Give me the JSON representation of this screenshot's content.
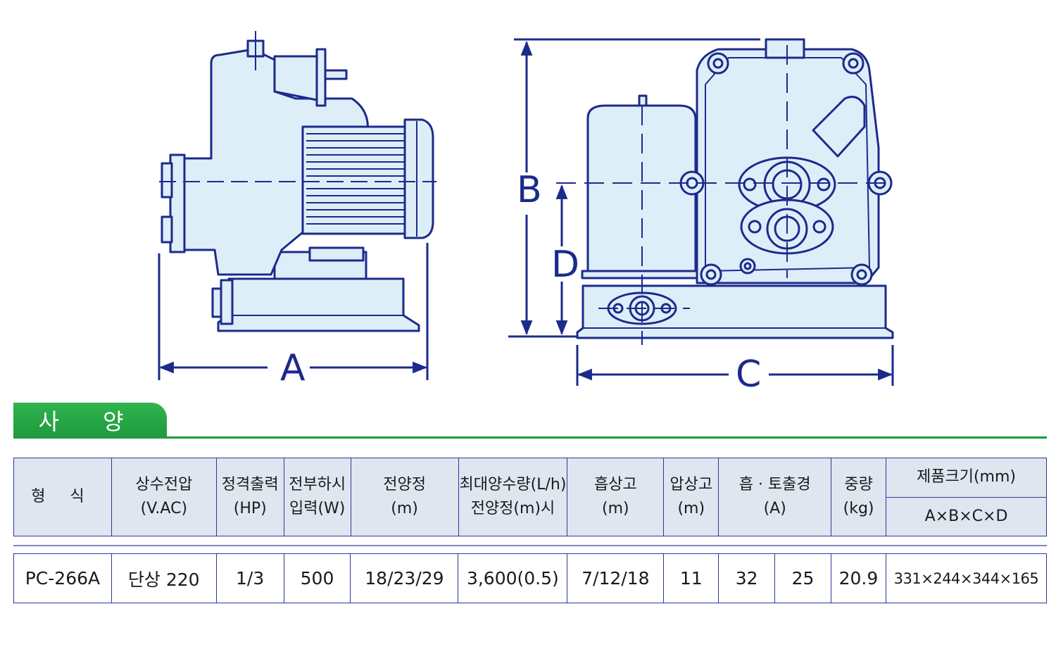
{
  "dimension_labels": {
    "a": "A",
    "b": "B",
    "c": "C",
    "d": "D"
  },
  "section_title": "사 양",
  "table": {
    "headers": {
      "model": "형 식",
      "voltage_1": "상수전압",
      "voltage_2": "(V.AC)",
      "output_1": "정격출력",
      "output_2": "(HP)",
      "input_1": "전부하시",
      "input_2": "입력(W)",
      "head_1": "전양정",
      "head_2": "(m)",
      "flow_1": "최대양수량(L/h)",
      "flow_2": "전양정(m)시",
      "suction_1": "흡상고",
      "suction_2": "(m)",
      "pressure_1": "압상고",
      "pressure_2": "(m)",
      "bore_1": "흡 · 토출경",
      "bore_2": "(A)",
      "weight_1": "중량",
      "weight_2": "(kg)",
      "size_1": "제품크기(mm)",
      "size_2": "A×B×C×D"
    },
    "row": {
      "model": "PC-266A",
      "voltage": "단상 220",
      "output": "1/3",
      "input": "500",
      "head": "18/23/29",
      "flow": "3,600(0.5)",
      "suction": "7/12/18",
      "pressure": "11",
      "bore_in": "32",
      "bore_out": "25",
      "weight": "20.9",
      "size": "331×244×344×165"
    }
  },
  "colors": {
    "line": "#1c2a8c",
    "fill": "#ddeef8",
    "header_bg": "#dfe6ef",
    "tab": "#25a545"
  }
}
